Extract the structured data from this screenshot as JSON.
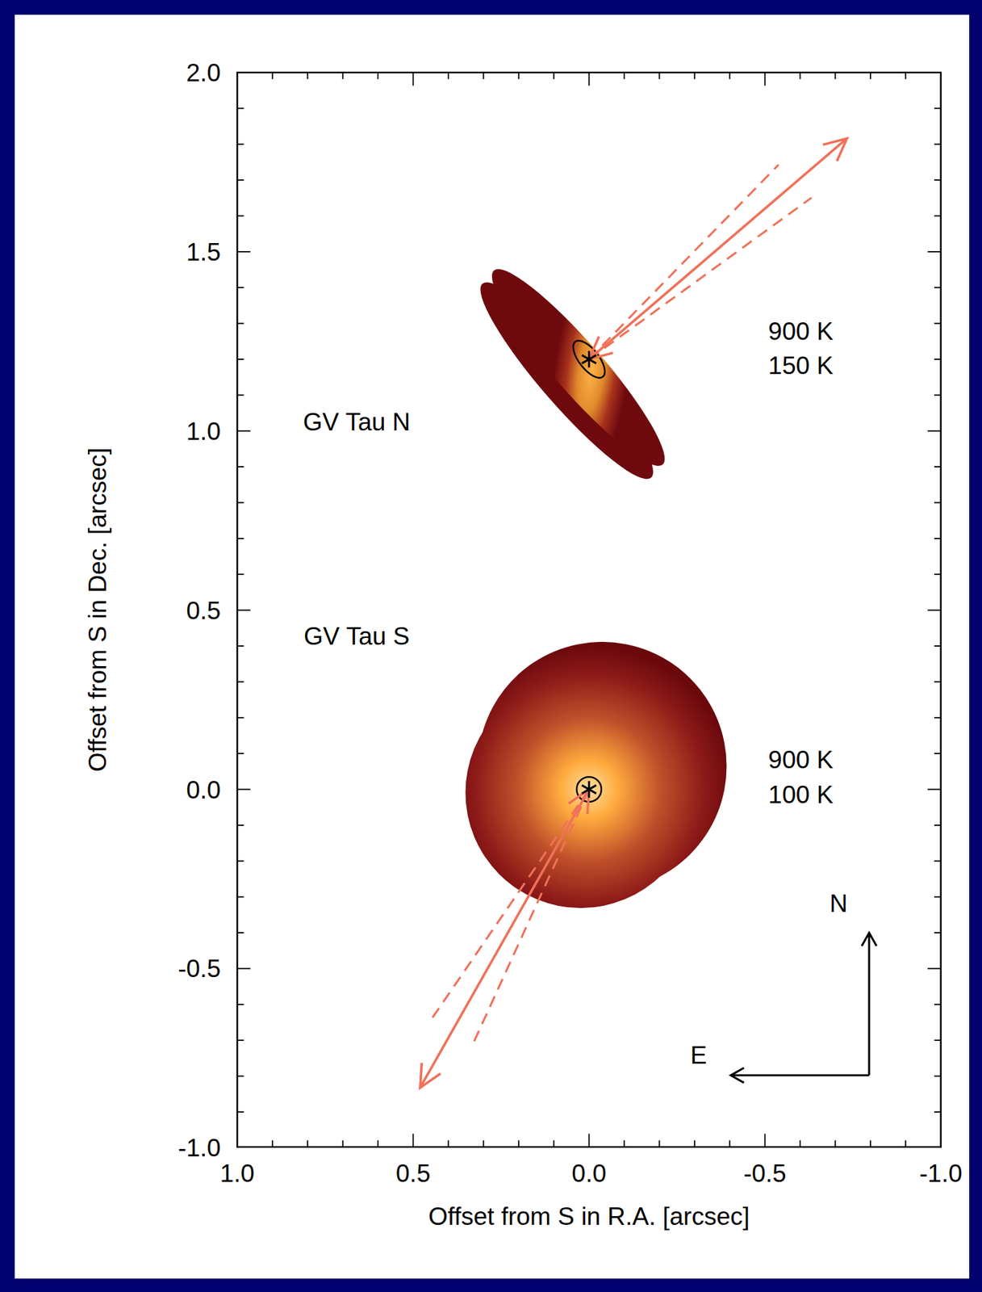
{
  "diagram": {
    "labels": [
      "2.0",
      "1.5",
      "1.0",
      "0.5",
      "0.0",
      "-0.5",
      "-1.0",
      "1.0",
      "0.5",
      "0.0",
      "-0.5",
      "-1.0",
      "Offset from S in R.A. [arcsec]",
      "Offset from S in Dec. [arcsec]",
      "GV Tau N",
      "900 K",
      "150 K",
      "GV Tau S",
      "900 K",
      "100 K",
      "N",
      "E"
    ]
  }
}
